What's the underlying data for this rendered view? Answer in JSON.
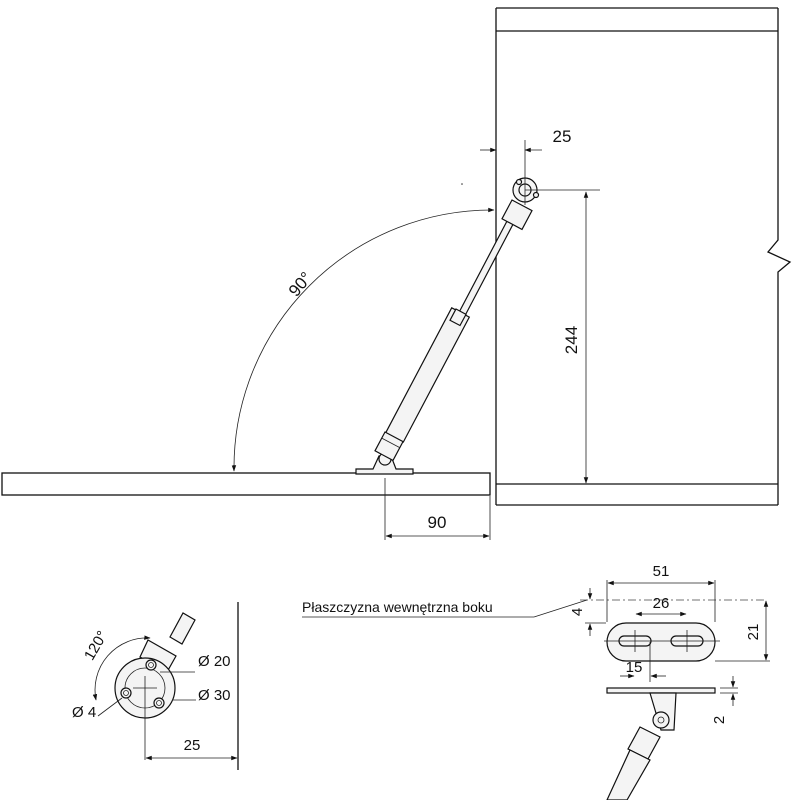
{
  "main_view": {
    "angle_label": "90°",
    "dim_offset": "25",
    "dim_height": "244",
    "dim_horizontal": "90"
  },
  "bracket_view": {
    "angle_label": "120°",
    "dim_d20": "Ø 20",
    "dim_d30": "Ø 30",
    "dim_d4": "Ø 4",
    "dim_offset": "25"
  },
  "plate_view": {
    "note": "Płaszczyzna wewnętrzna boku",
    "dim_width": "51",
    "dim_slot": "26",
    "dim_height": "21",
    "dim_edge": "4",
    "dim_small": "15",
    "dim_thickness": "2"
  }
}
